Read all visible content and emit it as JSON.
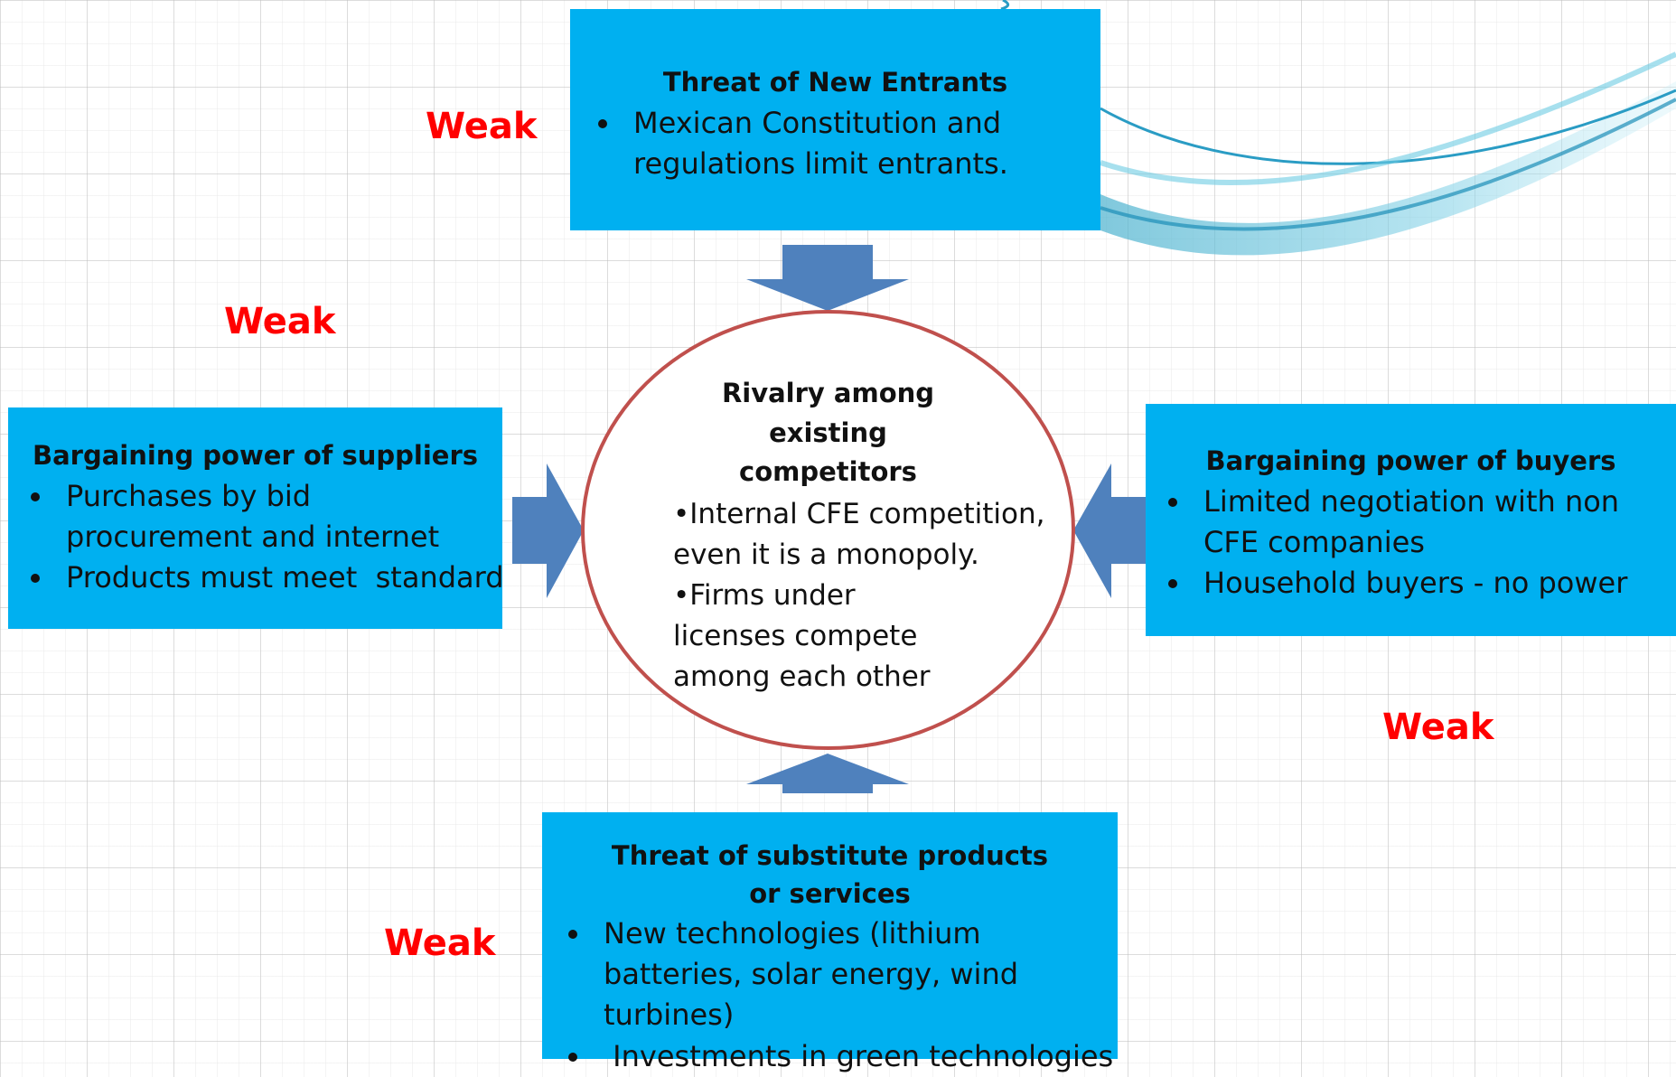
{
  "entrants": {
    "title": "Threat of New Entrants",
    "bullets": [
      "Mexican Constitution and regulations limit entrants."
    ],
    "rating": "Weak"
  },
  "suppliers": {
    "title": "Bargaining power of suppliers",
    "bullets": [
      "Purchases by bid procurement and internet",
      "Products must meet  standard"
    ],
    "rating": "Weak"
  },
  "buyers": {
    "title": "Bargaining power of buyers",
    "bullets": [
      "Limited negotiation with non CFE companies",
      "Household buyers - no power"
    ],
    "rating": "Weak"
  },
  "substitutes": {
    "title": "Threat of substitute products or services",
    "bullets": [
      "New technologies (lithium batteries, solar energy, wind turbines)",
      " Investments in green technologies"
    ],
    "rating": "Weak"
  },
  "rivalry": {
    "title": "Rivalry among existing competitors",
    "points": [
      "•Internal CFE competition, even it is a monopoly.",
      "•Firms under licenses compete among each other"
    ]
  },
  "colors": {
    "box": "#00b0f0",
    "arrow": "#4f81bd",
    "circle_border": "#c0504d",
    "rating": "#ff0000"
  }
}
